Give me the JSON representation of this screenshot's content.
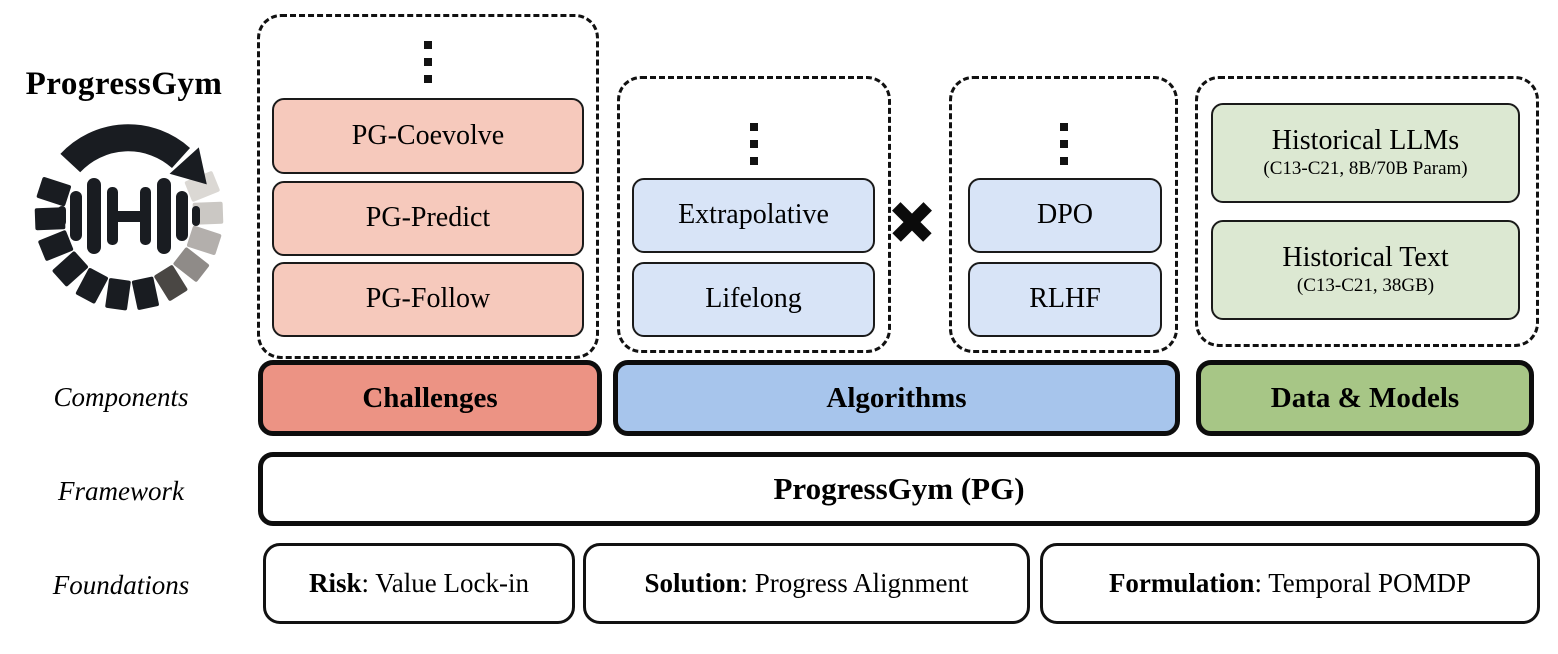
{
  "title": "ProgressGym",
  "icons": {
    "logo": "progressgym-logo (circular progress arrow around dumbbell-H)",
    "vertical_ellipsis": "⋮",
    "cross_product": "✖"
  },
  "colors": {
    "pink_light": "#f6c9bc",
    "red_challenges": "#ec9384",
    "blue_light": "#d8e4f7",
    "blue_algorithms": "#a7c5ec",
    "green_light": "#dce8d2",
    "green_data_models": "#a7c686",
    "ink": "#0d0d0d"
  },
  "side_labels": {
    "components": "Components",
    "framework": "Framework",
    "foundations": "Foundations"
  },
  "challenges_group": {
    "items": [
      "PG-Coevolve",
      "PG-Predict",
      "PG-Follow"
    ]
  },
  "algorithms_group": {
    "settings": {
      "items": [
        "Extrapolative",
        "Lifelong"
      ]
    },
    "methods": {
      "items": [
        "DPO",
        "RLHF"
      ]
    }
  },
  "data_models_group": {
    "items": [
      {
        "title": "Historical LLMs",
        "subtitle": "(C13-C21, 8B/70B Param)"
      },
      {
        "title": "Historical Text",
        "subtitle": "(C13-C21, 38GB)"
      }
    ]
  },
  "components_row": {
    "challenges": "Challenges",
    "algorithms": "Algorithms",
    "data_models": "Data & Models"
  },
  "framework_row": {
    "title": "ProgressGym (PG)"
  },
  "foundations_row": {
    "items": [
      {
        "lead": "Risk",
        "rest": ": Value Lock-in"
      },
      {
        "lead": "Solution",
        "rest": ": Progress Alignment"
      },
      {
        "lead": "Formulation",
        "rest": ": Temporal POMDP"
      }
    ]
  }
}
